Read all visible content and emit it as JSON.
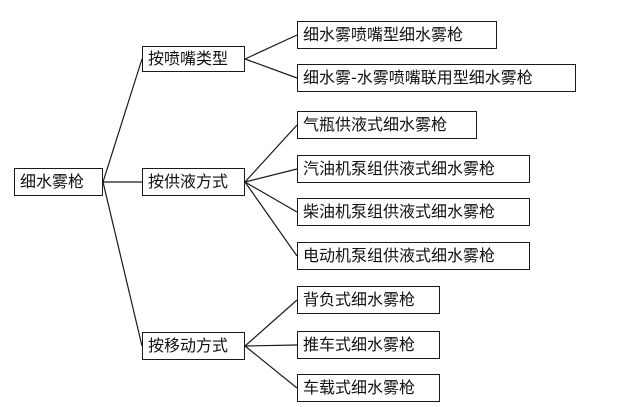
{
  "root": {
    "label": "细水雾枪"
  },
  "categories": [
    {
      "label": "按喷嘴类型",
      "items": [
        "细水雾喷嘴型细水雾枪",
        "细水雾-水雾喷嘴联用型细水雾枪"
      ]
    },
    {
      "label": "按供液方式",
      "items": [
        "气瓶供液式细水雾枪",
        "汽油机泵组供液式细水雾枪",
        "柴油机泵组供液式细水雾枪",
        "电动机泵组供液式细水雾枪"
      ]
    },
    {
      "label": "按移动方式",
      "items": [
        "背负式细水雾枪",
        "推车式细水雾枪",
        "车载式细水雾枪"
      ]
    }
  ],
  "colors": {
    "line": "#1a1a1a",
    "box_border": "#1a1a1a",
    "background": "#ffffff"
  }
}
